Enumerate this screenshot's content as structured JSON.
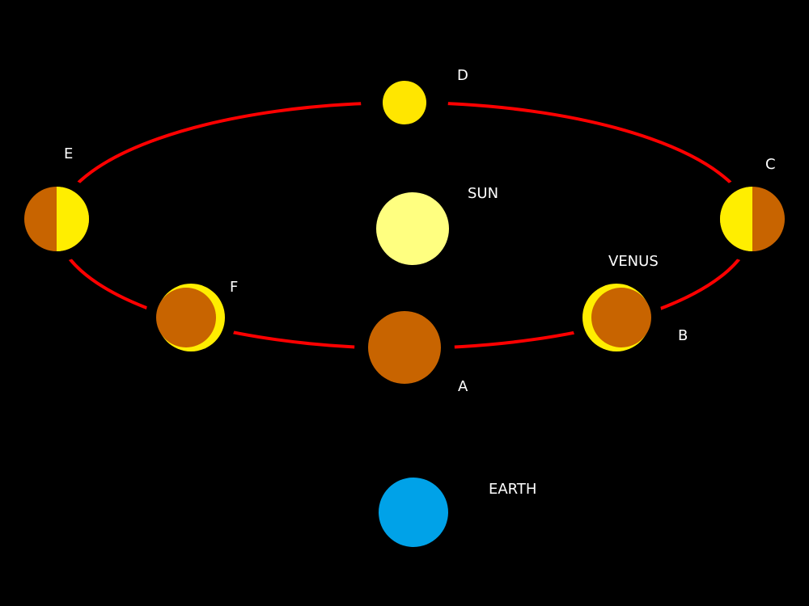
{
  "labels": {
    "sun": "SUN",
    "earth": "EARTH",
    "venus": "VENUS",
    "a": "A",
    "b": "B",
    "c": "C",
    "d": "D",
    "e": "E",
    "f": "F"
  },
  "colors": {
    "background": "#000000",
    "orbit": "#ff0000",
    "sun": "#ffff80",
    "earth": "#00a2e8",
    "venus_dark": "#c86400",
    "venus_lit": "#ffee00",
    "venus_full": "#ffe600"
  },
  "venus_phases": {
    "a": "new",
    "b": "crescent",
    "c": "half",
    "d": "full",
    "e": "half",
    "f": "crescent"
  }
}
